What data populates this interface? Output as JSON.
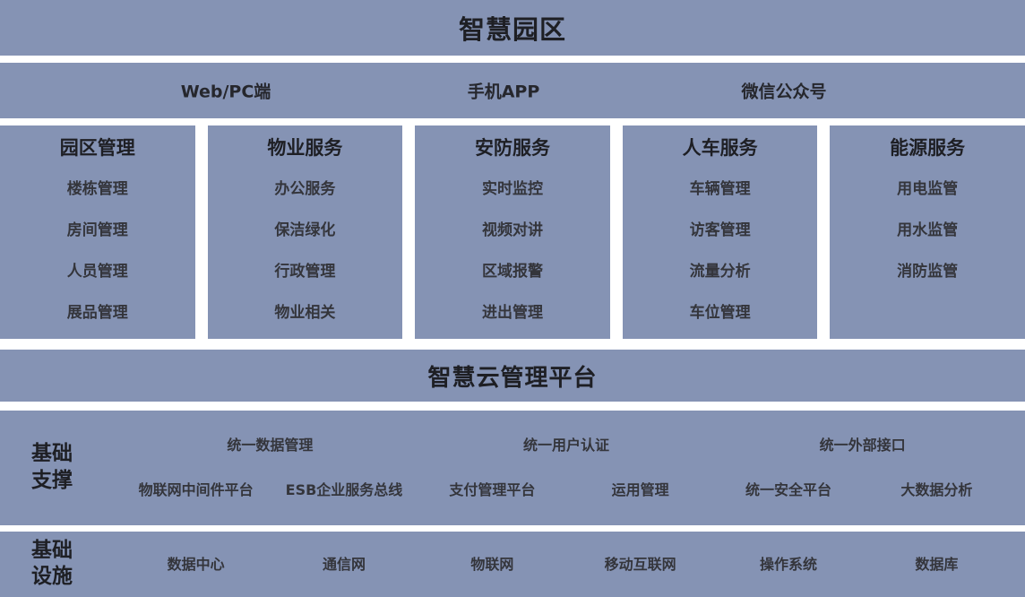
{
  "diagram": {
    "title": "智慧园区",
    "channels": [
      "Web/PC端",
      "手机APP",
      "微信公众号"
    ],
    "service_columns": [
      {
        "header": "园区管理",
        "items": [
          "楼栋管理",
          "房间管理",
          "人员管理",
          "展品管理"
        ]
      },
      {
        "header": "物业服务",
        "items": [
          "办公服务",
          "保洁绿化",
          "行政管理",
          "物业相关"
        ]
      },
      {
        "header": "安防服务",
        "items": [
          "实时监控",
          "视频对讲",
          "区域报警",
          "进出管理"
        ]
      },
      {
        "header": "人车服务",
        "items": [
          "车辆管理",
          "访客管理",
          "流量分析",
          "车位管理"
        ]
      },
      {
        "header": "能源服务",
        "items": [
          "用电监管",
          "用水监管",
          "消防监管"
        ]
      }
    ],
    "platform": "智慧云管理平台",
    "support": {
      "label_line1": "基础",
      "label_line2": "支撑",
      "row1": [
        "统一数据管理",
        "统一用户认证",
        "统一外部接口"
      ],
      "row2": [
        "物联网中间件平台",
        "ESB企业服务总线",
        "支付管理平台",
        "运用管理",
        "统一安全平台",
        "大数据分析"
      ]
    },
    "infrastructure": {
      "label_line1": "基础",
      "label_line2": "设施",
      "items": [
        "数据中心",
        "通信网",
        "物联网",
        "移动互联网",
        "操作系统",
        "数据库"
      ]
    },
    "colors": {
      "band_background": "#8593B4",
      "gap_background": "#FFFFFF",
      "heading_text": "#1E1F24",
      "item_text": "#34353B"
    }
  }
}
